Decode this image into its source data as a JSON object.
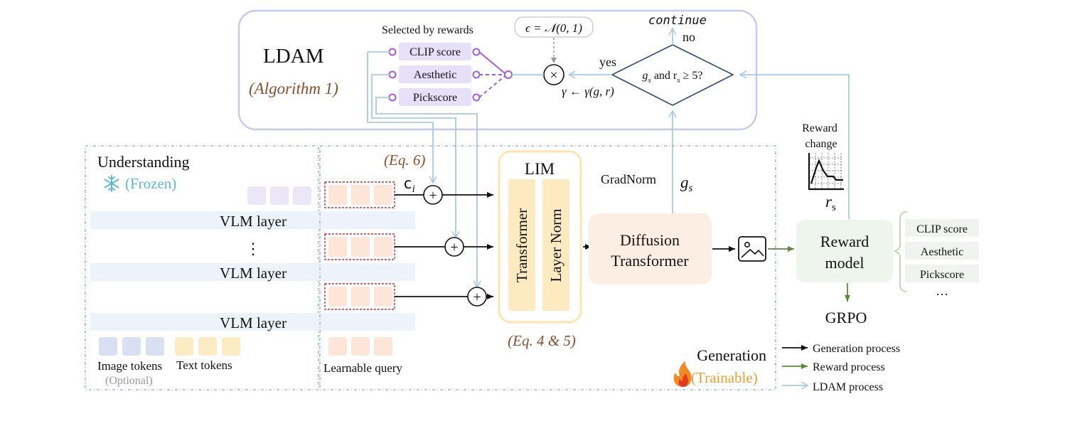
{
  "ldam": {
    "title": "LDAM",
    "subtitle": "(Algorithm 1)",
    "selected_label": "Selected by rewards",
    "rewards": [
      "CLIP score",
      "Aesthetic",
      "Pickscore"
    ],
    "epsilon": "ϵ = 𝒩(0, 1)",
    "gamma": "γ ← γ(g, r)",
    "yes": "yes",
    "no": "no",
    "continue": "continue",
    "condition_g": "g",
    "condition_sub": "s",
    "condition_rest": "and r",
    "condition_sub2": "s",
    "condition_end": "≥ 5?",
    "times_symbol": "×",
    "plus_symbol": "+"
  },
  "understanding": {
    "title": "Understanding",
    "frozen": "(Frozen)",
    "layers": [
      "VLM layer",
      "VLM layer",
      "VLM layer"
    ],
    "ellipsis": "⋮",
    "image_tokens": "Image tokens",
    "optional": "(Optional)",
    "text_tokens": "Text tokens"
  },
  "generation": {
    "eq6": "(Eq. 6)",
    "ci": "c",
    "ci_sub": "i",
    "lim_title": "LIM",
    "transformer": "Transformer",
    "layer_norm": "Layer Norm",
    "eq45": "(Eq. 4 & 5)",
    "learnable_query": "Learnable query",
    "gradnorm": "GradNorm",
    "gs": "g",
    "gs_sub": "s",
    "dit_line1": "Diffusion",
    "dit_line2": "Transformer",
    "title": "Generation",
    "trainable": "(Trainable)"
  },
  "reward": {
    "change_line1": "Reward",
    "change_line2": "change",
    "rs": "r",
    "rs_sub": "s",
    "model_line1": "Reward",
    "model_line2": "model",
    "items": [
      "CLIP score",
      "Aesthetic",
      "Pickscore"
    ],
    "more": "…",
    "grpo": "GRPO"
  },
  "legend": {
    "items": [
      "Generation process",
      "Reward process",
      "LDAM process"
    ]
  },
  "colors": {
    "ldam_border": "#c9c9ef",
    "purple": "#a35cd6",
    "reward_chip": "#e7e0fa",
    "ldam_arrow": "#a9c9e6",
    "vlm_layer": "#edf3fa",
    "lim_border": "#fbe6b2",
    "lim_fill": "#fdeac0",
    "query_fill": "#fde5d8",
    "query_border": "#c0303a",
    "dit_fill": "#fdeee4",
    "reward_model_fill": "#eef5ec",
    "reward_item_fill": "#f1f3f1",
    "green": "#5b8a3a",
    "frozen_blue": "#5fb8d8",
    "trainable_orange": "#f0a030",
    "eq_brown": "#8a4f2a",
    "image_token": "#d9e0f1",
    "text_token": "#fdecc3",
    "dashed_box": "#8faacc"
  },
  "icons": [
    "snowflake-icon",
    "flame-icon",
    "image-icon",
    "reward-chart-icon"
  ]
}
